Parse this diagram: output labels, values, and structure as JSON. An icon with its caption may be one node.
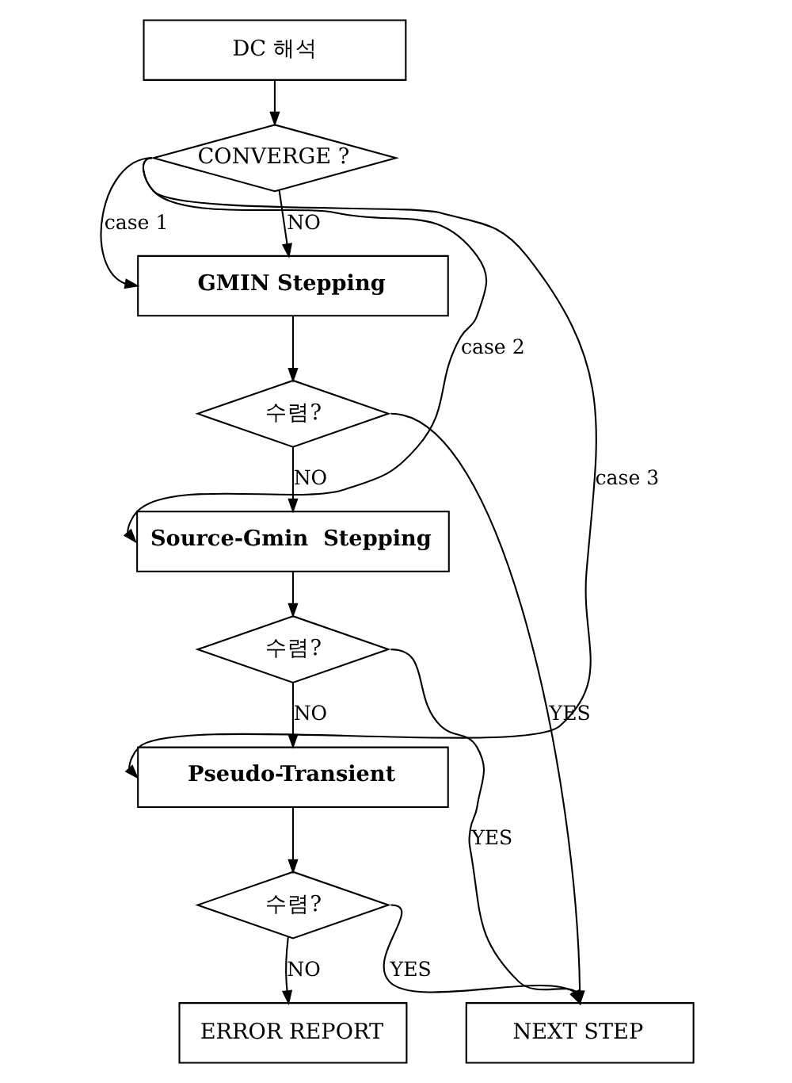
{
  "diagram": {
    "nodes": [
      {
        "text": [
          "DC 해석"
        ]
      },
      {
        "text": [
          "CONVERGE ?"
        ]
      },
      {
        "text": [
          "GMIN Stepping"
        ]
      },
      {
        "text": [
          "수렴?"
        ]
      },
      {
        "text": [
          "Source-Gmin  Stepping"
        ]
      },
      {
        "text": [
          "수렴?"
        ]
      },
      {
        "text": [
          "Pseudo-Transient"
        ]
      },
      {
        "text": [
          "수렴?"
        ]
      },
      {
        "text": [
          "ERROR REPORT"
        ]
      },
      {
        "text": [
          "NEXT STEP"
        ]
      }
    ],
    "edges": [
      {
        "from": 0,
        "to": 1,
        "arrow": "to"
      },
      {
        "from": 1,
        "to": 2,
        "arrow": "to",
        "label": "NO"
      },
      {
        "from": 1,
        "to": 2,
        "arrow": "to",
        "label": "case 1"
      },
      {
        "from": 1,
        "to": 4,
        "arrow": "to",
        "label": "case 2"
      },
      {
        "from": 1,
        "to": 6,
        "arrow": "to",
        "label": "case 3"
      },
      {
        "from": 2,
        "to": 3,
        "arrow": "to"
      },
      {
        "from": 3,
        "to": 4,
        "arrow": "to",
        "label": "NO"
      },
      {
        "from": 3,
        "to": 9,
        "arrow": "to",
        "label": "YES"
      },
      {
        "from": 4,
        "to": 5,
        "arrow": "to"
      },
      {
        "from": 5,
        "to": 6,
        "arrow": "to",
        "label": "NO"
      },
      {
        "from": 5,
        "to": 9,
        "arrow": "to",
        "label": "YES"
      },
      {
        "from": 6,
        "to": 7,
        "arrow": "to"
      },
      {
        "from": 7,
        "to": 8,
        "arrow": "to",
        "label": "NO"
      },
      {
        "from": 7,
        "to": 9,
        "arrow": "to",
        "label": "YES"
      }
    ]
  }
}
